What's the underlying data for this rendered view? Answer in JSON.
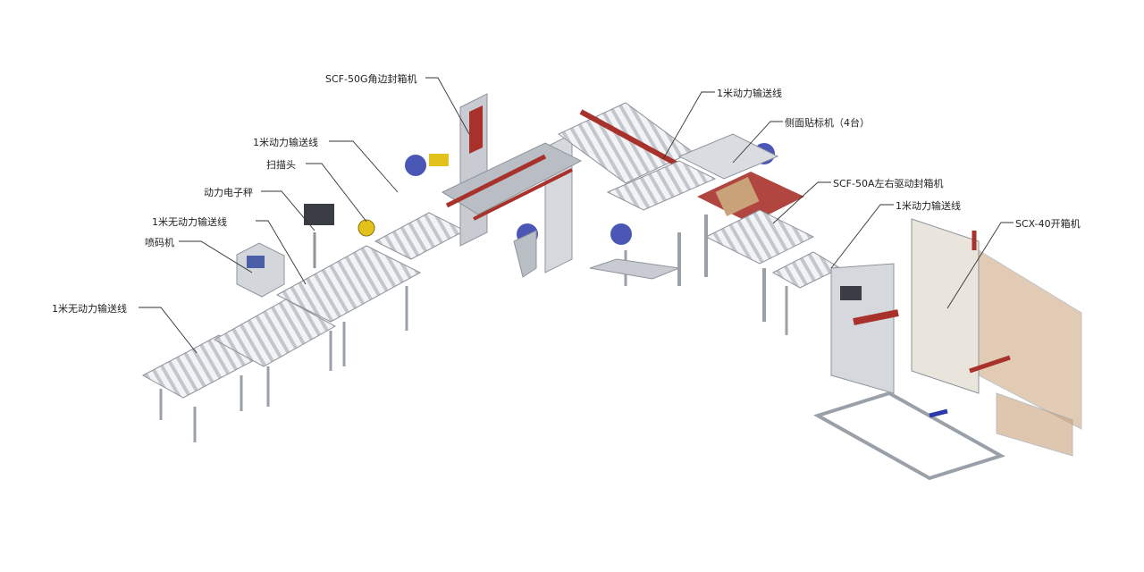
{
  "labels": {
    "scf50g": "SCF-50G角边封箱机",
    "powered_conveyor_top": "1米动力输送线",
    "side_labeler": "侧面贴标机（4台）",
    "powered_conveyor_left": "1米动力输送线",
    "scanner": "扫描头",
    "scale": "动力电子秤",
    "scf50a": "SCF-50A左右驱动封箱机",
    "powered_conveyor_mid": "1米动力输送线",
    "unpowered_conveyor_right": "1米无动力输送线",
    "scx40": "SCX-40开箱机",
    "inkjet": "喷码机",
    "unpowered_conveyor_left": "1米无动力输送线"
  },
  "colors": {
    "frame": "#c8ccd2",
    "frame_dark": "#8e949c",
    "roller": "#e3e6ea",
    "accent_red": "#a8322b",
    "accent_blue": "#2c3aa8",
    "accent_yellow": "#e2c21a",
    "accent_green": "#3c8a3a",
    "panel_tan": "#c9a27a",
    "leader": "#333333"
  }
}
